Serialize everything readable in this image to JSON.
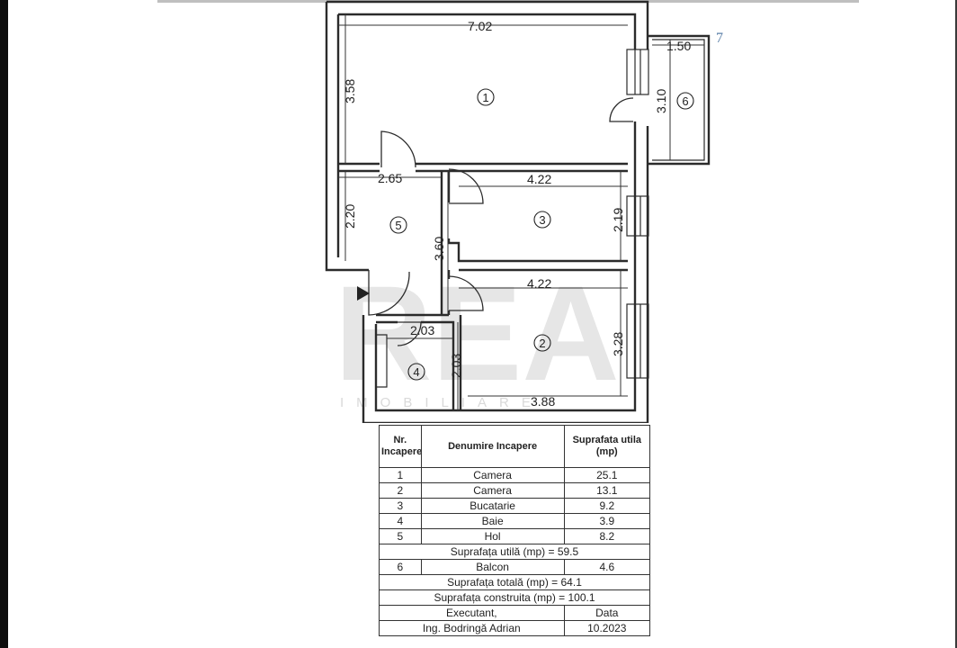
{
  "dimensions": {
    "room1_width": "7.02",
    "room1_height": "3.58",
    "balcony_width": "1.50",
    "balcony_height": "3.10",
    "room5_width": "2.65",
    "room5_height": "2.20",
    "hall_length": "3.60",
    "room3_width": "4.22",
    "room3_height": "2.19",
    "room2_top_width": "4.22",
    "room2_height": "3.28",
    "room2_bottom_width": "3.88",
    "room4_width": "2.03",
    "room4_height": "2.03"
  },
  "room_numbers": [
    "1",
    "2",
    "3",
    "4",
    "5",
    "6"
  ],
  "watermark": {
    "main": "REA",
    "sub": "IMOBILIARE"
  },
  "corner_mark": "7",
  "table": {
    "headers": {
      "nr": "Nr. Incapere",
      "name": "Denumire Incapere",
      "area": "Suprafata utila (mp)"
    },
    "rooms": [
      {
        "nr": "1",
        "name": "Camera",
        "area": "25.1"
      },
      {
        "nr": "2",
        "name": "Camera",
        "area": "13.1"
      },
      {
        "nr": "3",
        "name": "Bucatarie",
        "area": "9.2"
      },
      {
        "nr": "4",
        "name": "Baie",
        "area": "3.9"
      },
      {
        "nr": "5",
        "name": "Hol",
        "area": "8.2"
      }
    ],
    "useful_total": "Suprafața utilă (mp) = 59.5",
    "balcony": {
      "nr": "6",
      "name": "Balcon",
      "area": "4.6"
    },
    "total": "Suprafața totală (mp) = 64.1",
    "built": "Suprafața construita (mp) = 100.1",
    "executant_label": "Executant,",
    "date_label": "Data",
    "executant_name": "Ing. Bodringă Adrian",
    "date_value": "10.2023"
  }
}
